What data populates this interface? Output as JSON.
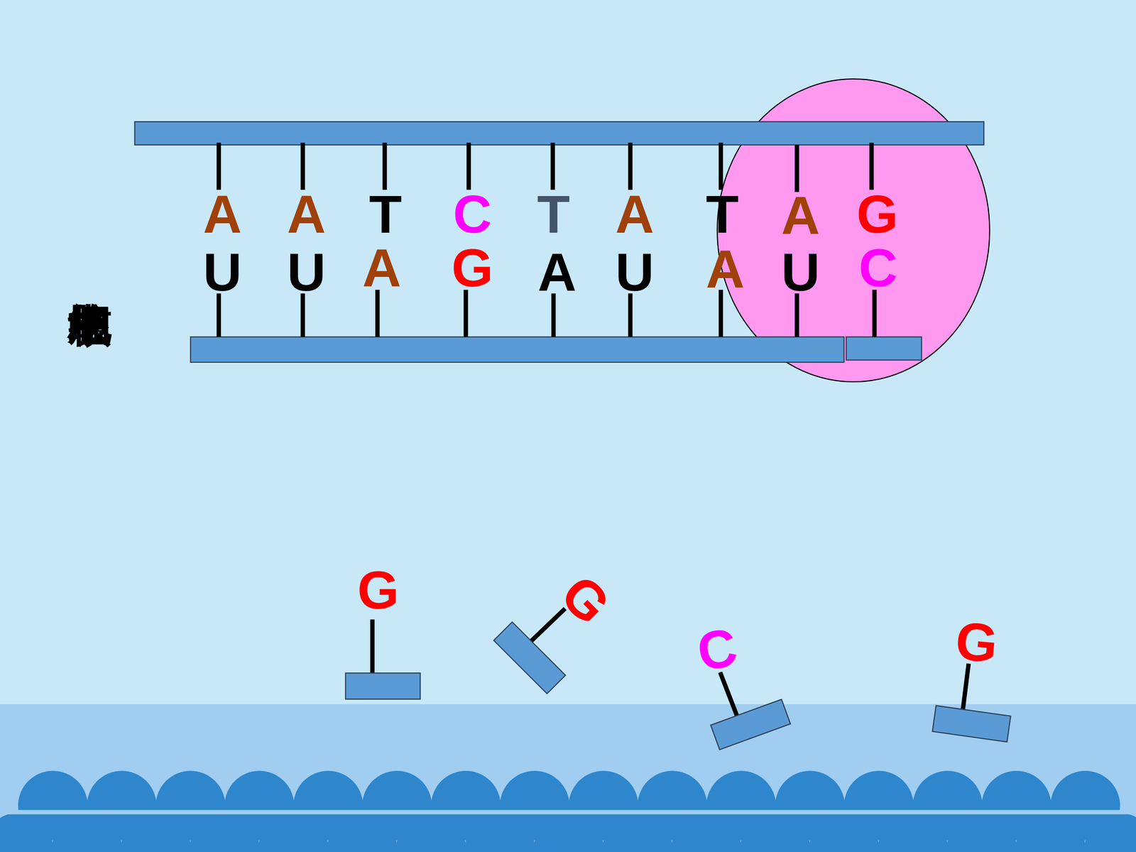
{
  "diagram": {
    "labels": [
      "细胞核中",
      "A",
      "A",
      "T",
      "C",
      "T",
      "A",
      "T",
      "A",
      "G",
      "U",
      "U",
      "A",
      "G",
      "A",
      "U",
      "A",
      "U",
      "C",
      "G",
      "G",
      "C",
      "G"
    ]
  }
}
